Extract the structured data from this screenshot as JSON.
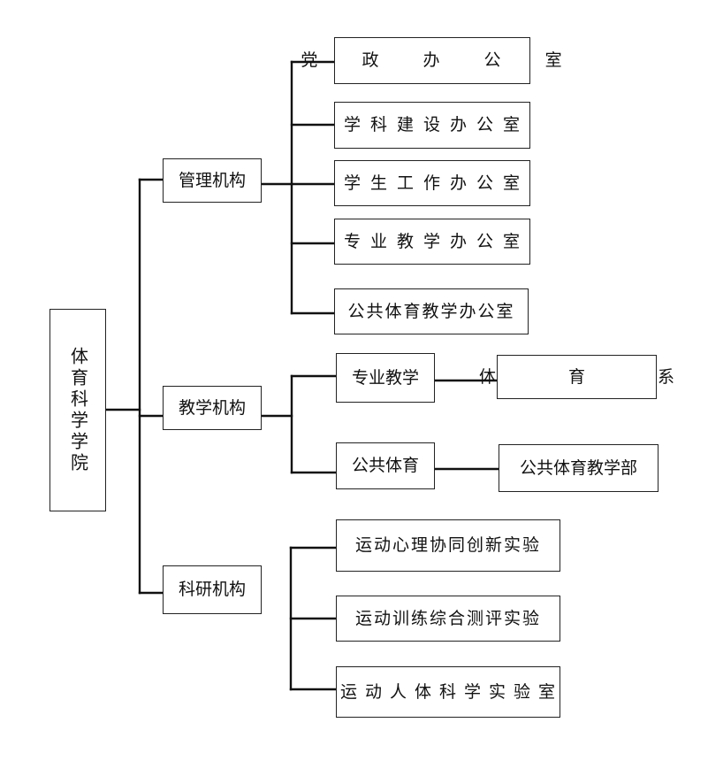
{
  "root": {
    "label": "体育科学学院"
  },
  "branches": {
    "management": {
      "label": "管理机构",
      "children": [
        "党 政 办 公 室",
        "学科建设办公室",
        "学生工作办公室",
        "专业教学办公室",
        "公共体育教学办公室"
      ]
    },
    "teaching": {
      "label": "教学机构",
      "children": [
        {
          "label": "专业教学",
          "child": "体 育 系"
        },
        {
          "label": "公共体育",
          "child": "公共体育教学部"
        }
      ]
    },
    "research": {
      "label": "科研机构",
      "children": [
        "运动心理协同创新实验",
        "运动训练综合测评实验",
        "运动人体科学实验室"
      ]
    }
  }
}
